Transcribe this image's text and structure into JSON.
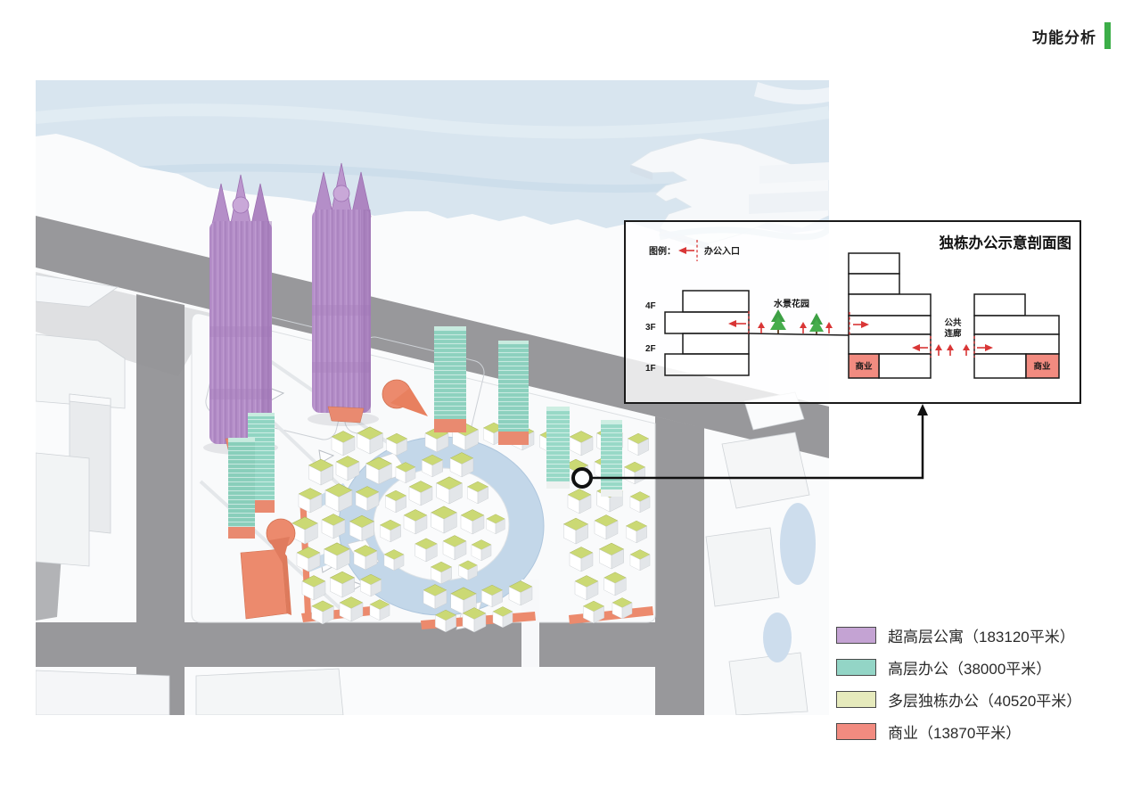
{
  "header": {
    "title": "功能分析"
  },
  "colors": {
    "accent_green": "#3cae48",
    "apartment_purple": "#c4a3d3",
    "office_teal": "#93d5c6",
    "detached_office_yellow": "#e6eabc",
    "commercial_salmon": "#f28b80",
    "annotation_red": "#d93636"
  },
  "section_inset": {
    "title": "独栋办公示意剖面图",
    "legend_prefix": "图例：",
    "entrance_label": "办公入口",
    "water_garden_label": "水景花园",
    "corridor_label_line1": "公共",
    "corridor_label_line2": "连廊",
    "commercial_left": "商业",
    "commercial_right": "商业",
    "floor_labels": [
      "4F",
      "3F",
      "2F",
      "1F"
    ]
  },
  "legend": {
    "items": [
      {
        "label": "超高层公寓（183120平米）",
        "color": "#c4a3d3"
      },
      {
        "label": "高层办公（38000平米）",
        "color": "#93d5c6"
      },
      {
        "label": "多层独栋办公（40520平米）",
        "color": "#e6eabc"
      },
      {
        "label": "商业（13870平米）",
        "color": "#f28b80"
      }
    ]
  }
}
